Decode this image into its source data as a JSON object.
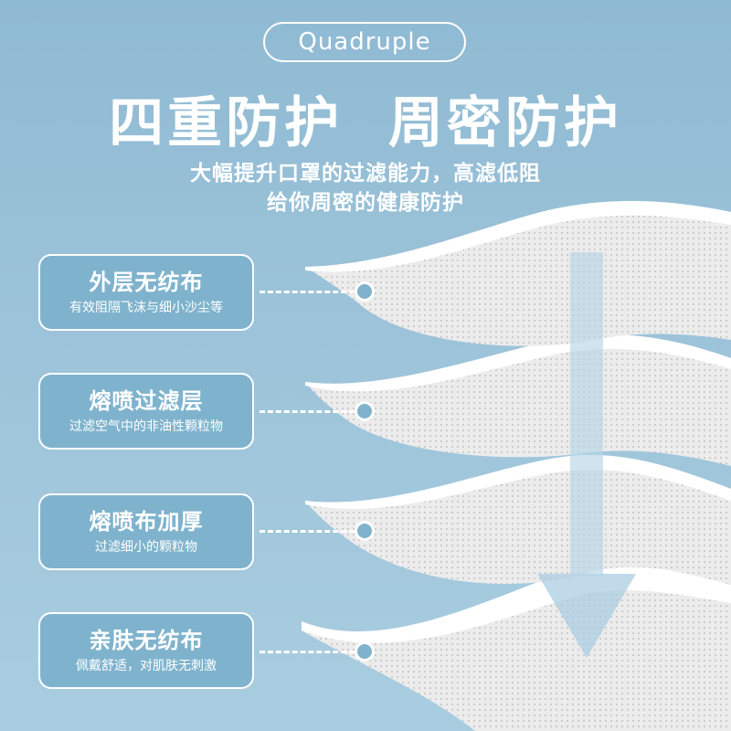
{
  "badge": "Quadruple",
  "title": "四重防护  周密防护",
  "subtitle_line1": "大幅提升口罩的过滤能力，高滤低阻",
  "subtitle_line2": "给你周密的健康防护",
  "layers": [
    {
      "title": "外层无纺布",
      "desc": "有效阻隔飞沫与细小沙尘等"
    },
    {
      "title": "熔喷过滤层",
      "desc": "过滤空气中的非油性颗粒物"
    },
    {
      "title": "熔喷布加厚",
      "desc": "过滤细小的颗粒物"
    },
    {
      "title": "亲肤无纺布",
      "desc": "佩戴舒适，对肌肤无刺激"
    }
  ],
  "colors": {
    "background": "#9cc3d9",
    "label_fill": "#7fb3cd",
    "text": "#ffffff",
    "arrow": "#b5d5e6"
  },
  "icons": [
    "connector-dot-icon",
    "down-arrow-icon"
  ]
}
